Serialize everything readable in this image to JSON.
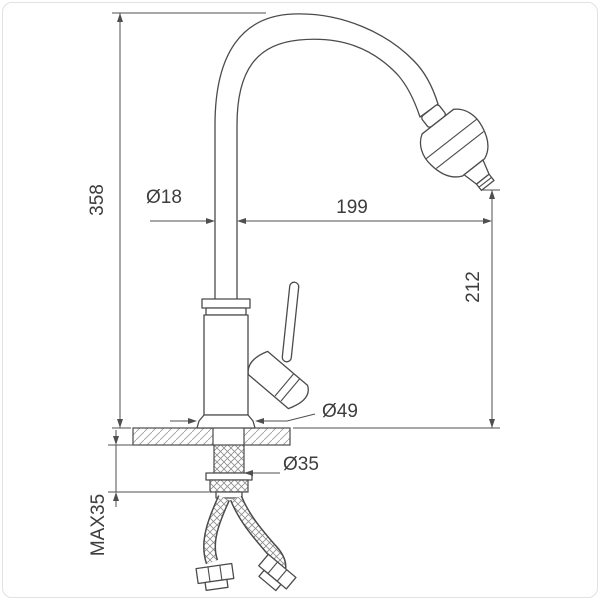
{
  "drawing": {
    "labels": {
      "overall_height": "358",
      "spout_tube_diameter": "Ø18",
      "spout_reach": "199",
      "outlet_height": "212",
      "base_diameter": "Ø49",
      "mount_hole_diameter": "Ø35",
      "max_mount_thickness": "MAX35"
    }
  }
}
